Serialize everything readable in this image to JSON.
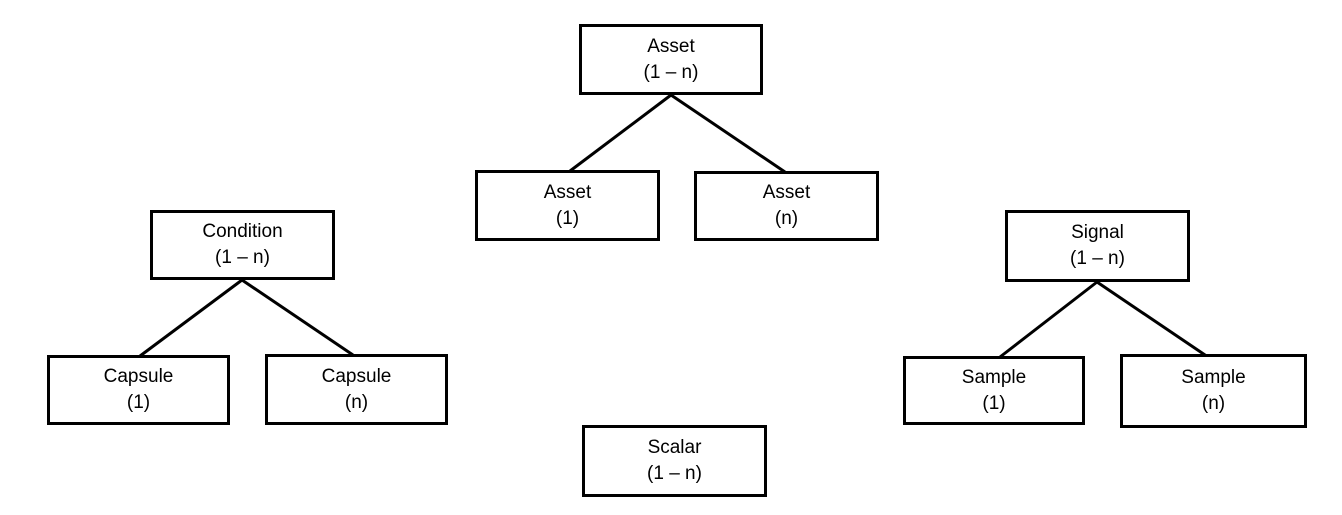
{
  "diagram": {
    "nodes": {
      "asset_root": {
        "title": "Asset",
        "subtitle": "(1 – n)"
      },
      "asset_1": {
        "title": "Asset",
        "subtitle": "(1)"
      },
      "asset_n": {
        "title": "Asset",
        "subtitle": "(n)"
      },
      "condition_root": {
        "title": "Condition",
        "subtitle": "(1 – n)"
      },
      "capsule_1": {
        "title": "Capsule",
        "subtitle": "(1)"
      },
      "capsule_n": {
        "title": "Capsule",
        "subtitle": "(n)"
      },
      "signal_root": {
        "title": "Signal",
        "subtitle": "(1 – n)"
      },
      "sample_1": {
        "title": "Sample",
        "subtitle": "(1)"
      },
      "sample_n": {
        "title": "Sample",
        "subtitle": "(n)"
      },
      "scalar_root": {
        "title": "Scalar",
        "subtitle": "(1 – n)"
      }
    },
    "colors": {
      "box_border": "#000000",
      "box_fill": "#ffffff",
      "connector": "#000000",
      "background": "#ffffff",
      "text": "#000000"
    }
  }
}
